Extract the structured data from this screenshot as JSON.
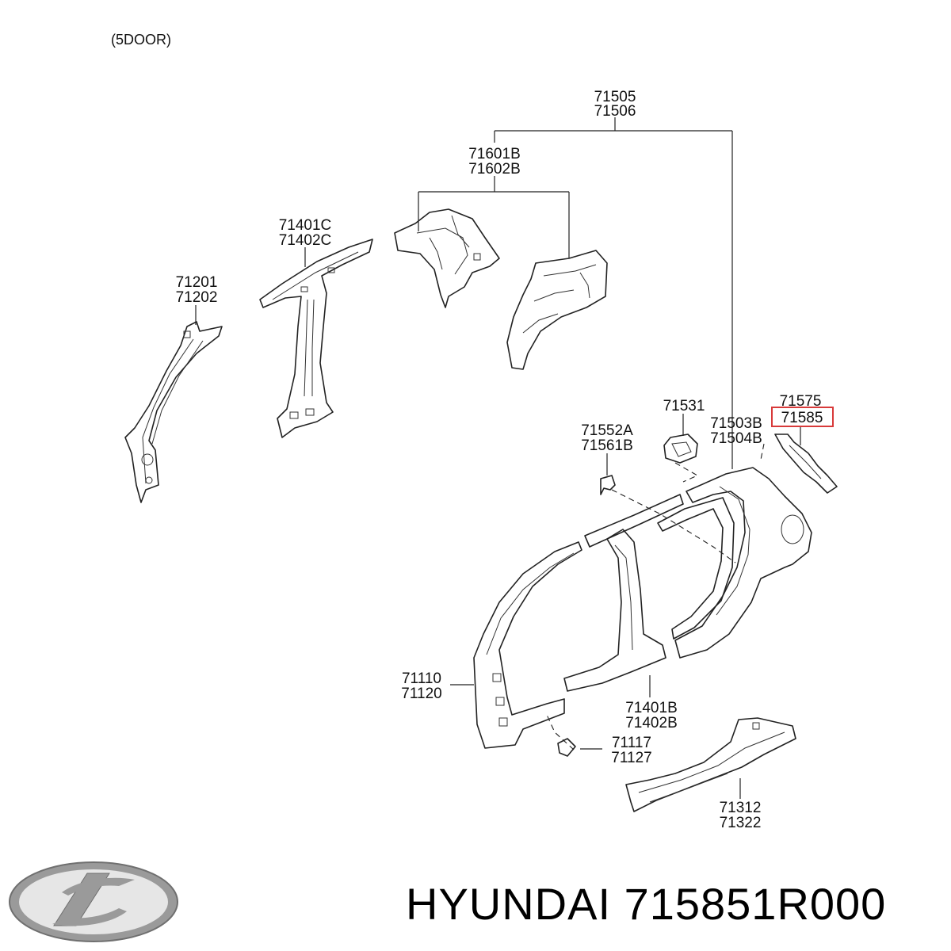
{
  "title": "(5DOOR)",
  "brand_text": "HYUNDAI 715851R000",
  "highlight_color": "#d83a3a",
  "callouts": {
    "c71505": [
      "71505",
      "71506"
    ],
    "c71601": [
      "71601B",
      "71602B"
    ],
    "c71401c": [
      "71401C",
      "71402C"
    ],
    "c71201": [
      "71201",
      "71202"
    ],
    "c71531": [
      "71531"
    ],
    "c71575": [
      "71575",
      "71585"
    ],
    "c71503": [
      "71503B",
      "71504B"
    ],
    "c71552": [
      "71552A",
      "71561B"
    ],
    "c71110": [
      "71110",
      "71120"
    ],
    "c71401b": [
      "71401B",
      "71402B"
    ],
    "c71117": [
      "71117",
      "71127"
    ],
    "c71312": [
      "71312",
      "71322"
    ]
  },
  "logo": {
    "name": "hyundai-logo"
  }
}
